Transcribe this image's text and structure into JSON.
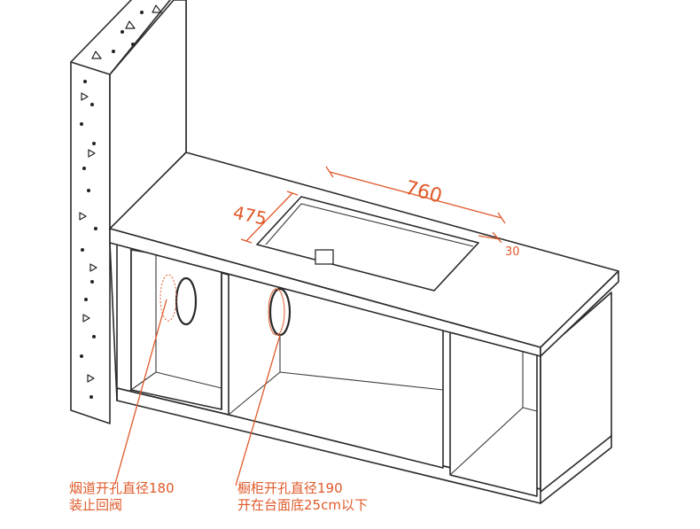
{
  "dimensions": {
    "length": "760",
    "width": "475",
    "edge_gap": "30"
  },
  "notes": {
    "flue": {
      "line1": "烟道开孔直径180",
      "line2": "装止回阀"
    },
    "cabinet": {
      "line1": "橱柜开孔直径190",
      "line2": "开在台面底25cm以下"
    }
  },
  "colors": {
    "annotation": "#e05a2a",
    "outline": "#2b2b2b",
    "background": "#ffffff"
  }
}
